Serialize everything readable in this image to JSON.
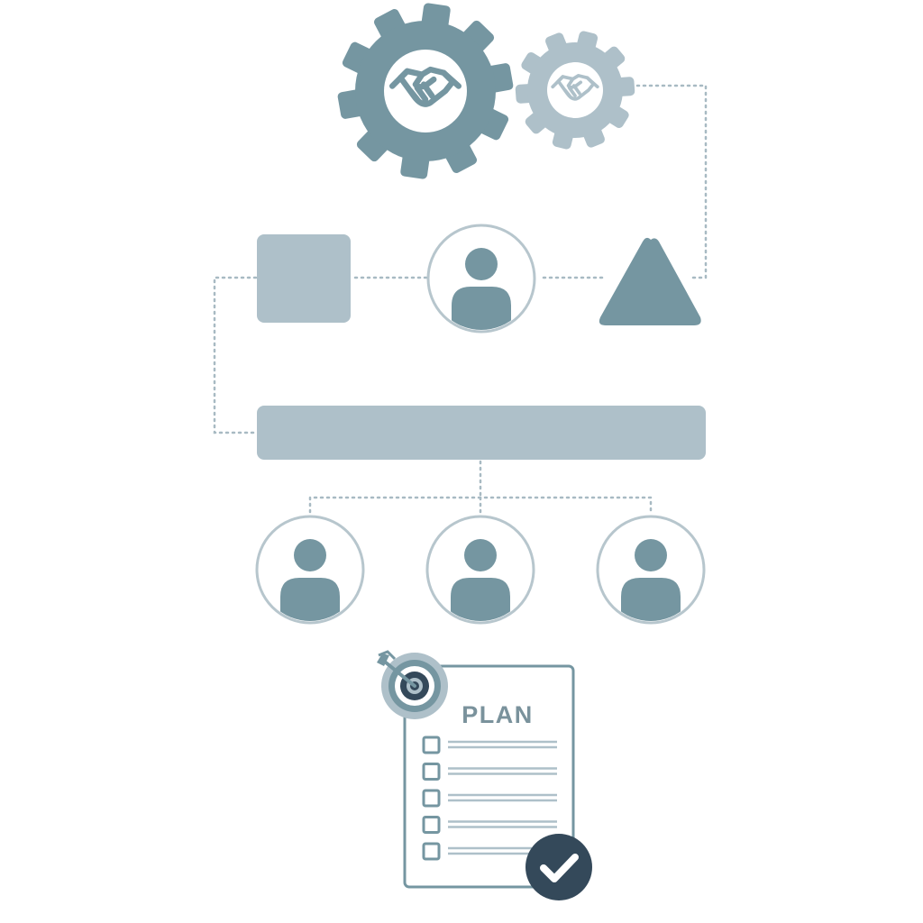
{
  "plan": {
    "title": "PLAN",
    "checklist_count": 5
  },
  "icons": {
    "gears": [
      "gear-icon",
      "handshake-icon"
    ],
    "people": [
      "person-icon"
    ],
    "shapes": [
      "square-shape",
      "triangle-shape",
      "bar-shape"
    ],
    "plan": [
      "target-icon",
      "dart-icon",
      "checklist-icon",
      "check-icon"
    ]
  },
  "colors": {
    "slate": "#7596a1",
    "light_slate": "#aec0c9",
    "ring": "#b7c6cd",
    "line": "#a8bac3",
    "dark": "#34495a",
    "plan_text": "#7a929c",
    "white": "#ffffff"
  }
}
